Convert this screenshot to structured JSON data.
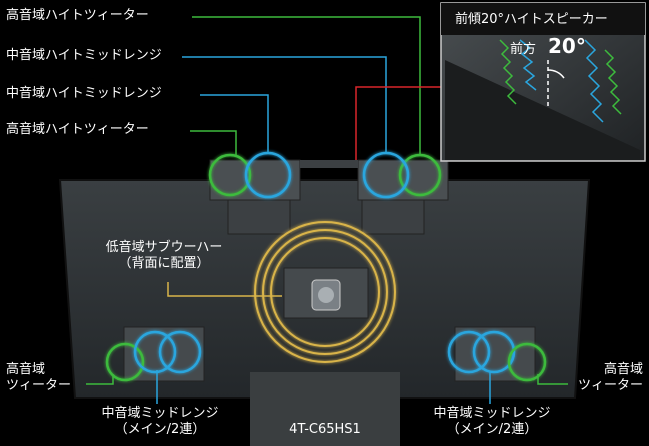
{
  "labels": {
    "high_height_tweeter_top": "高音域ハイトツィーター",
    "mid_height_midrange_1": "中音域ハイトミッドレンジ",
    "mid_height_midrange_2": "中音域ハイトミッドレンジ",
    "high_height_tweeter_mid": "高音域ハイトツィーター",
    "subwoofer_line1": "低音域サブウーハー",
    "subwoofer_line2": "（背面に配置）",
    "high_tweeter_left_line1": "高音域",
    "high_tweeter_left_line2": "ツィーター",
    "high_tweeter_right_line1": "高音域",
    "high_tweeter_right_line2": "ツィーター",
    "mid_left_line1": "中音域ミッドレンジ",
    "mid_left_line2": "（メイン/2連）",
    "mid_right_line1": "中音域ミッドレンジ",
    "mid_right_line2": "（メイン/2連）",
    "model": "4T-C65HS1"
  },
  "inset": {
    "title": "前傾20°ハイトスピーカー",
    "direction": "前方",
    "angle": "20°"
  },
  "colors": {
    "tweeter_green": "#3dbb3d",
    "midrange_blue": "#2aa6de",
    "subwoofer_gold": "#d9b44a",
    "height_red": "#d9262b",
    "tv_panel": "#2e3234",
    "tv_frame": "#1a1c1d",
    "speaker_box": "#454a4d"
  }
}
